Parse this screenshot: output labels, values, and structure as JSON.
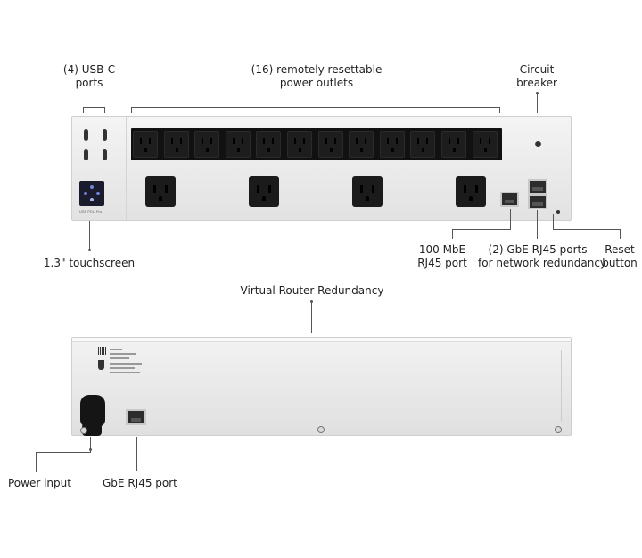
{
  "labels": {
    "usb_c": [
      "(4) USB-C",
      "ports"
    ],
    "outlets": [
      "(16) remotely resettable",
      "power outlets"
    ],
    "breaker": [
      "Circuit",
      "breaker"
    ],
    "touchscreen": "1.3\" touchscreen",
    "mbe_port": [
      "100 MbE",
      "RJ45 port"
    ],
    "gbe_ports": [
      "(2) GbE RJ45 ports",
      "for network redundancy"
    ],
    "reset": [
      "Reset",
      "button"
    ],
    "vrr": "Virtual Router Redundancy",
    "power_input": "Power input",
    "gbe_port_back": "GbE RJ45 port"
  },
  "device": {
    "brand": "USP PDU Pro"
  }
}
